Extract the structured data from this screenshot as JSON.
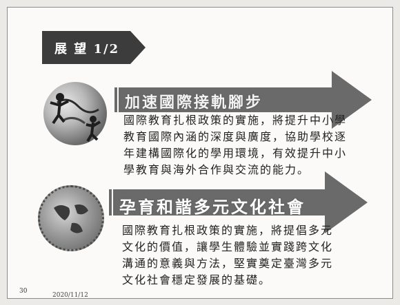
{
  "slide": {
    "title": "展 望 1/2",
    "sections": [
      {
        "heading": "加速國際接軌腳步",
        "body": "國際教育扎根政策的實施，將提升中小學教育國際內涵的深度與廣度，協助學校逐年建構國際化的學用環境，有效提升中小學教育與海外合作與交流的能力。"
      },
      {
        "heading": "孕育和諧多元文化社會",
        "body": "國際教育扎根政策的實施，將提倡多元文化的價值，讓學生體驗並實踐跨文化溝通的意義與方法，堅實奠定臺灣多元文化社會穩定發展的基礎。"
      }
    ],
    "page_number": "30",
    "date": "2020/11/12"
  },
  "colors": {
    "title_tab": "#3c3c3c",
    "arrow_fill": "#6a6a6a",
    "arrow_stripe": "#ffffff"
  },
  "icons": [
    "globe-runner-icon",
    "globe-people-ring-icon"
  ]
}
